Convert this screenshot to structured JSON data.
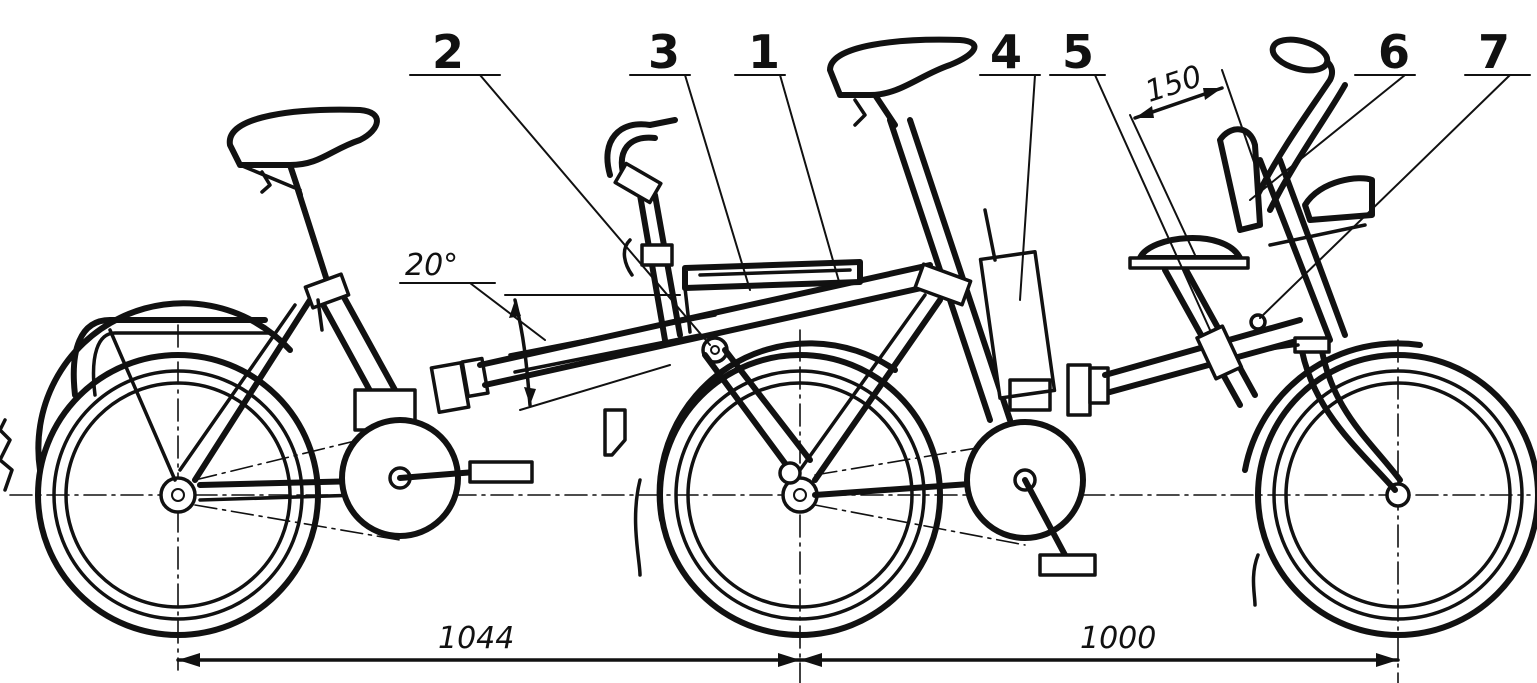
{
  "callouts": [
    "2",
    "3",
    "1",
    "4",
    "5",
    "6",
    "7"
  ],
  "dimensions": {
    "rear_wheelbase": "1044",
    "front_wheelbase": "1000",
    "handlebar_offset": "150",
    "fold_angle": "20°"
  }
}
